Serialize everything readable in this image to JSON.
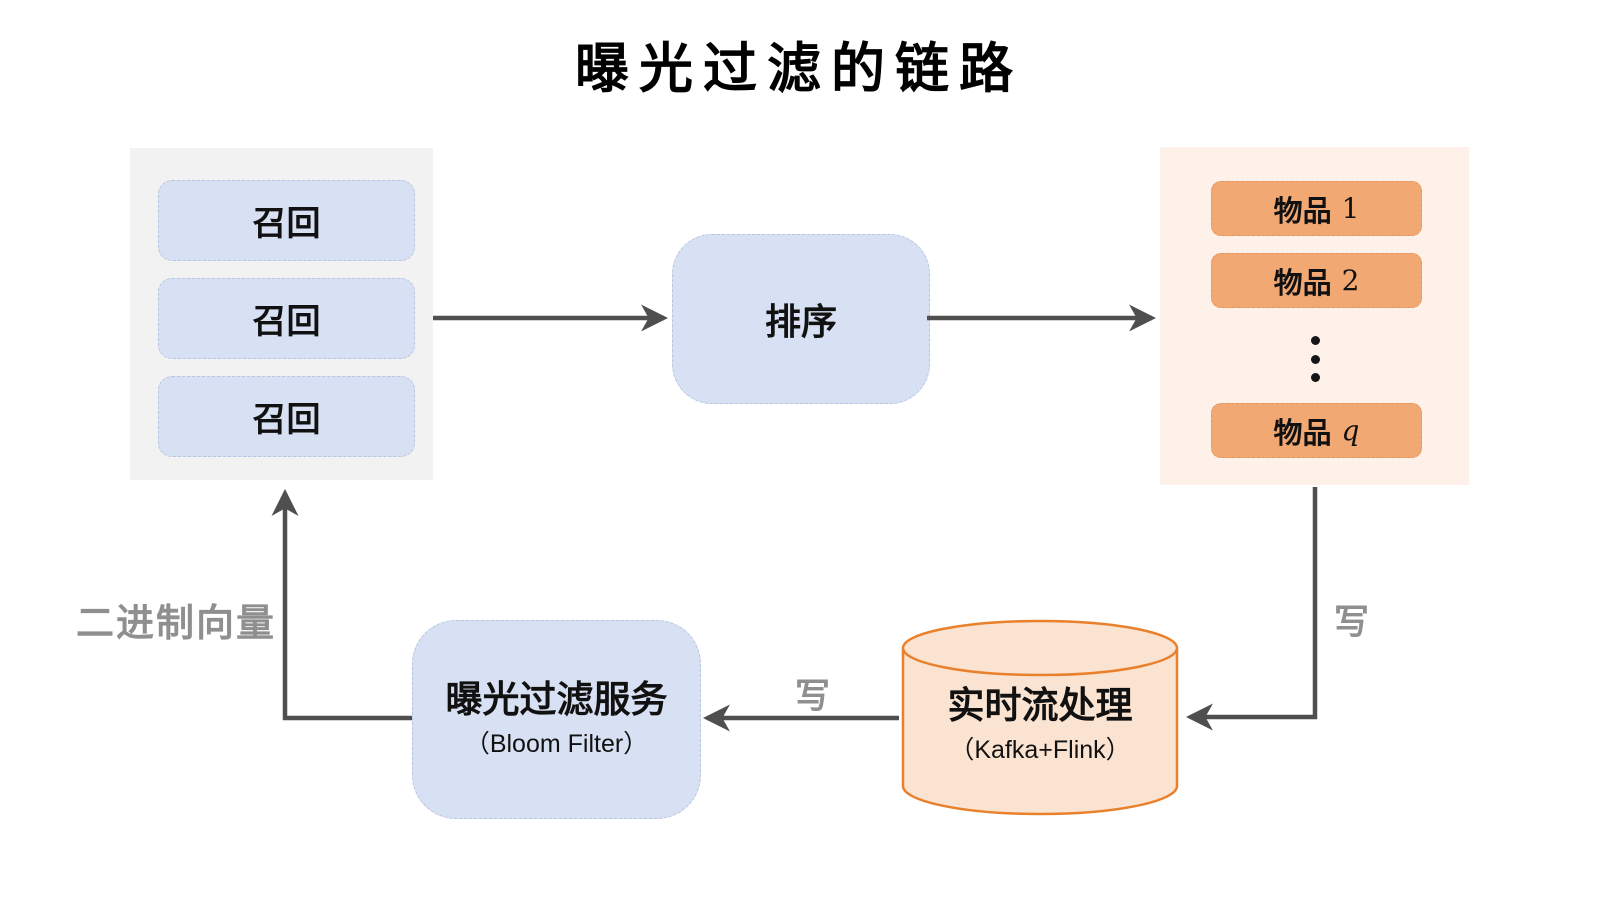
{
  "title": "曝光过滤的链路",
  "recall_panel": {
    "items": [
      "召回",
      "召回",
      "召回"
    ]
  },
  "rank_box": {
    "label": "排序"
  },
  "items_panel": {
    "items": [
      {
        "prefix": "物品",
        "num": "1"
      },
      {
        "prefix": "物品",
        "num": "2"
      },
      {
        "prefix": "物品",
        "num": "q"
      }
    ],
    "ellipsis_icon": "vertical-ellipsis"
  },
  "exposure_box": {
    "title": "曝光过滤服务",
    "subtitle": "（Bloom Filter）"
  },
  "stream_cylinder": {
    "title": "实时流处理",
    "subtitle": "（Kafka+Flink）"
  },
  "edge_labels": {
    "binary_vector": "二进制向量",
    "write_stream_to_filter": "写",
    "write_items_to_stream": "写"
  },
  "colors": {
    "panel_gray": "#f2f2f2",
    "panel_peach": "#fdf1e9",
    "box_blue": "#d8e1f3",
    "box_orange": "#f2a873",
    "cylinder_fill": "#fbe3d1",
    "cylinder_stroke": "#e8802c",
    "arrow_gray": "#4f4f4f",
    "label_gray": "#8f8f8f",
    "text_black": "#111111"
  }
}
